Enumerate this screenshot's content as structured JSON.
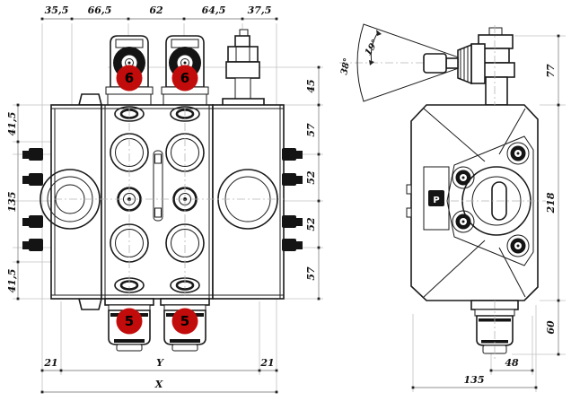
{
  "drawing": {
    "front_view": {
      "top_dims": [
        "35,5",
        "66,5",
        "62",
        "64,5",
        "37,5"
      ],
      "left_dims": [
        "41,5",
        "135",
        "41,5"
      ],
      "right_dims": [
        "45",
        "57",
        "52",
        "52",
        "57"
      ],
      "bottom_inner_dims": [
        "21",
        "Y",
        "21"
      ],
      "bottom_total_dim": "X",
      "top_port_markers": [
        "6",
        "6"
      ],
      "bottom_port_markers": [
        "5",
        "5"
      ]
    },
    "side_view": {
      "swing_angle_total": "38°",
      "swing_angle_half": "19°",
      "height_dims": [
        "77",
        "218",
        "60"
      ],
      "bottom_dims": [
        "48",
        "135"
      ],
      "port_label": "P"
    },
    "colors": {
      "marker_red": "#c20b0b",
      "line_dark": "#1a1a1a",
      "dim_gray": "#8f8f8f"
    }
  }
}
